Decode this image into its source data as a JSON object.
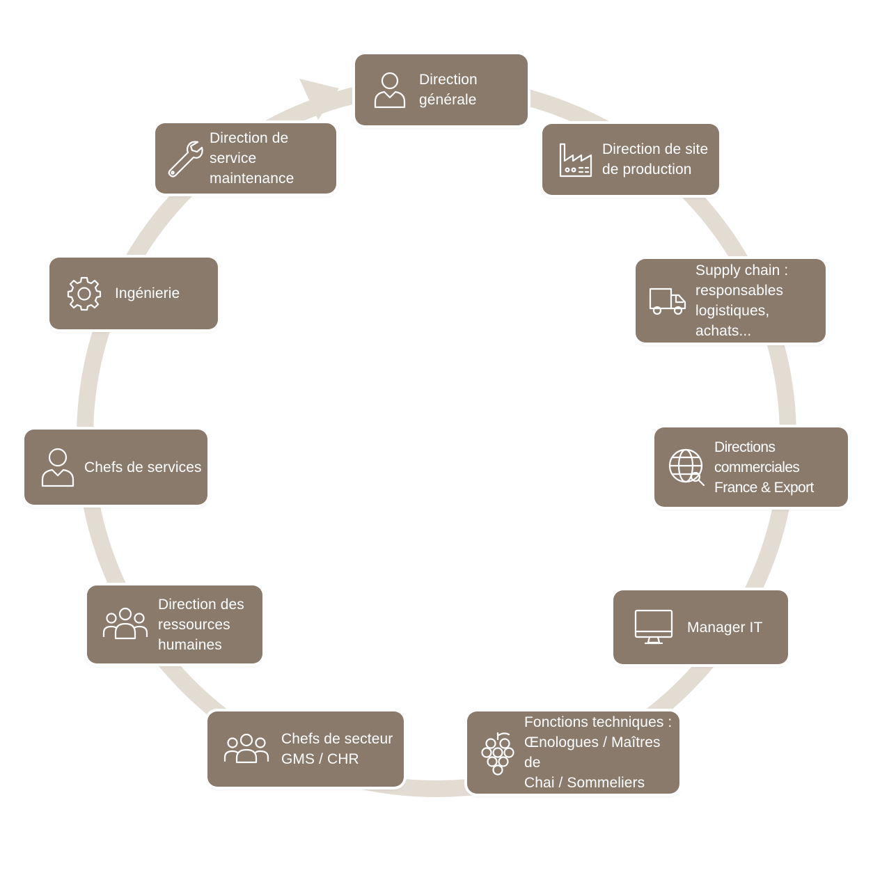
{
  "colors": {
    "node_fill": "#8a7a6c",
    "ring": "#e3dcd3",
    "text": "#ffffff"
  },
  "cycle": {
    "direction": "clockwise",
    "nodes": [
      {
        "id": "direction-generale",
        "icon": "person-icon",
        "label": "Direction\ngénérale"
      },
      {
        "id": "direction-site-production",
        "icon": "factory-icon",
        "label": "Direction de site\nde production"
      },
      {
        "id": "supply-chain",
        "icon": "truck-icon",
        "label": "Supply chain :\nresponsables\nlogistiques, achats..."
      },
      {
        "id": "directions-commerciales",
        "icon": "globe-icon",
        "label": "Directions commerciales\nFrance & Export"
      },
      {
        "id": "manager-it",
        "icon": "monitor-icon",
        "label": "Manager IT"
      },
      {
        "id": "fonctions-techniques",
        "icon": "grapes-icon",
        "label": "Fonctions techniques :\nŒnologues / Maîtres de\nChai / Sommeliers"
      },
      {
        "id": "chefs-de-secteur",
        "icon": "team-icon",
        "label": "Chefs de secteur\nGMS / CHR"
      },
      {
        "id": "direction-ressources-humaines",
        "icon": "group-icon",
        "label": "Direction des\nressources\nhumaines"
      },
      {
        "id": "chefs-de-services",
        "icon": "person-icon",
        "label": "Chefs de services"
      },
      {
        "id": "ingenierie",
        "icon": "gear-icon",
        "label": "Ingénierie"
      },
      {
        "id": "direction-service-maintenance",
        "icon": "wrench-icon",
        "label": "Direction de service\nmaintenance"
      }
    ]
  }
}
